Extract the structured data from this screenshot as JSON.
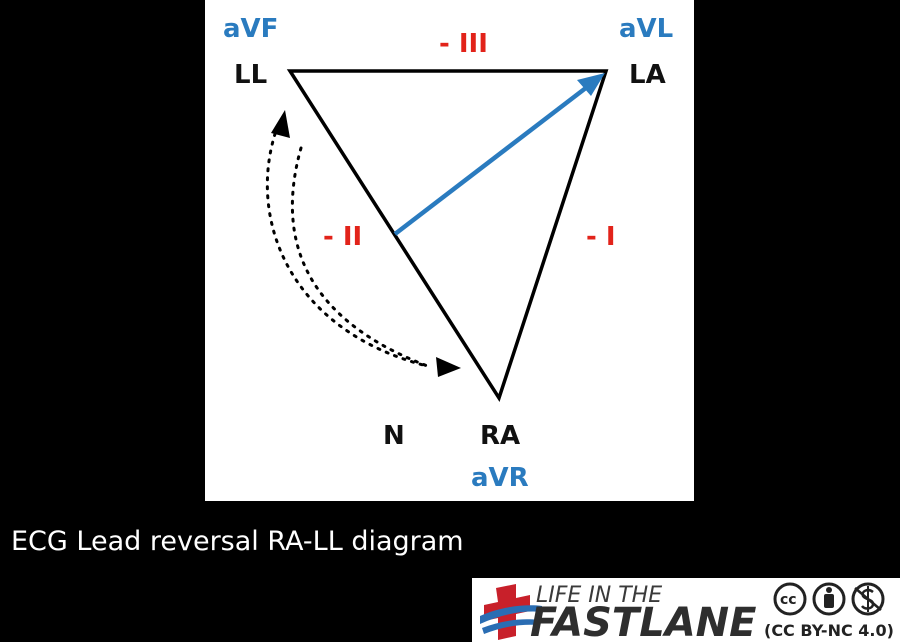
{
  "diagram": {
    "vertices": {
      "ll": {
        "label": "LL",
        "lead": "aVF"
      },
      "la": {
        "label": "LA",
        "lead": "aVL"
      },
      "ra": {
        "label": "RA",
        "lead": "aVR"
      },
      "n": {
        "label": "N"
      }
    },
    "sides": {
      "top": "- III",
      "left": "- II",
      "right": "- I"
    },
    "colors": {
      "lead_label": "#2a7bbf",
      "side_label": "#e2231a",
      "vector": "#2a7bbf",
      "triangle": "#000000"
    }
  },
  "caption": "ECG Lead reversal RA-LL diagram",
  "logo": {
    "line1": "LIFE IN THE",
    "line2": "FASTLANE",
    "license": "(CC BY-NC 4.0)",
    "cc_symbol": "cc",
    "icons": [
      "cc-icon",
      "attribution-icon",
      "noncommercial-icon"
    ]
  }
}
